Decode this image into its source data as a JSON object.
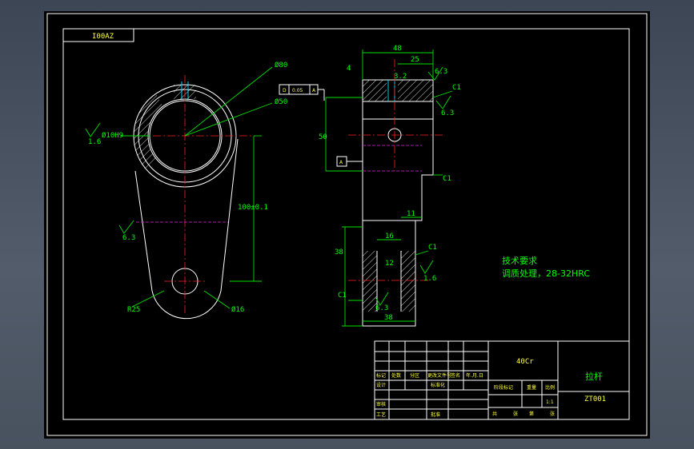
{
  "drawing": {
    "corner_code": "I00AZ",
    "dimensions": {
      "dia_80": "Ø80",
      "dia_50": "Ø50",
      "dia_10": "Ø10H9",
      "center_distance": "100±0.1",
      "radius_25": "R25",
      "dia_16": "Ø16",
      "width_48": "48",
      "width_25": "25",
      "height_50": "50",
      "width_11": "11",
      "width_16": "16",
      "height_38": "38",
      "bottom_38": "38",
      "small_4": "4",
      "small_3": "3.2",
      "small_12": "12"
    },
    "chamfers": {
      "c1_top": "C1",
      "c1_mid": "C1",
      "c1_right": "C1",
      "c1_left": "C1"
    },
    "roughness": {
      "r_left": "1.6",
      "r_mid": "6.3",
      "r_right_top": "6.3",
      "r_right_bottom": "1.6",
      "r_side": "6.3",
      "r_left_bottom": "6.3"
    },
    "tolerance_frame": {
      "symbol": "D",
      "value": "0.05",
      "datum": "A"
    },
    "datum_label": "A",
    "tech_requirements": {
      "title": "技术要求",
      "line1": "调质处理，28-32HRC"
    }
  },
  "title_block": {
    "material": "40Cr",
    "part_name": "拉杆",
    "drawing_number": "ZT001",
    "row_labels": {
      "mark": "标记",
      "count": "处数",
      "zone": "分区",
      "change_doc": "更改文件号",
      "sign": "签名",
      "date": "年.月.日",
      "design": "设计",
      "standardize": "标准化",
      "review": "审核",
      "process": "工艺",
      "approve": "批准"
    },
    "stage_labels": {
      "stage": "阶段标记",
      "weight": "重量",
      "scale": "比例"
    },
    "scale_value": "1:1",
    "sheet": {
      "total": "共",
      "sheets": "张",
      "page": "第",
      "page_sheets": "张"
    }
  }
}
